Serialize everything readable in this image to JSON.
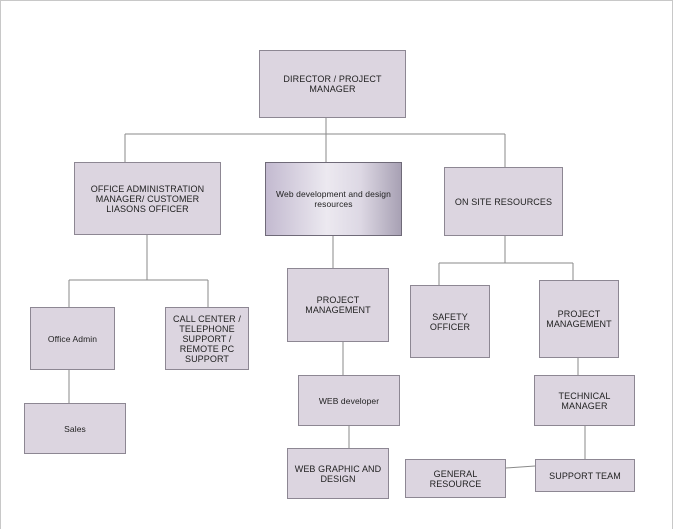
{
  "org_chart": {
    "director": "DIRECTOR / PROJECT MANAGER",
    "office_admin_manager": "OFFICE ADMINISTRATION MANAGER/ CUSTOMER LIASONS OFFICER",
    "web_dev_resources": "Web development and design resources",
    "on_site_resources": "ON SITE RESOURCES",
    "office_admin": "Office Admin",
    "call_center": "CALL CENTER / TELEPHONE SUPPORT / REMOTE PC SUPPORT",
    "sales": "Sales",
    "project_management_web": "PROJECT MANAGEMENT",
    "web_developer": "WEB developer",
    "web_graphic_design": "WEB GRAPHIC AND DESIGN",
    "safety_officer": "SAFETY OFFICER",
    "project_management_site": "PROJECT MANAGEMENT",
    "technical_manager": "TECHNICAL MANAGER",
    "general_resource": "GENERAL RESOURCE",
    "support_team": "SUPPORT TEAM"
  }
}
